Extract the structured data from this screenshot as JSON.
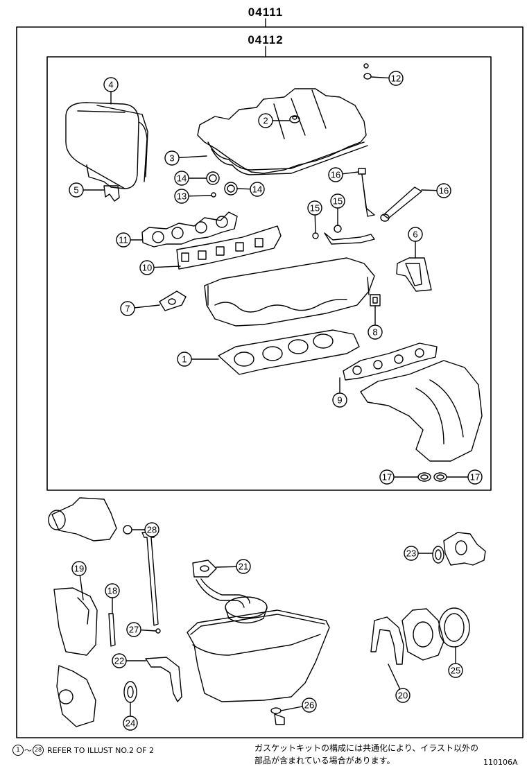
{
  "kits": {
    "outer": "04111",
    "inner": "04112"
  },
  "callouts": [
    {
      "id": "c1",
      "n": "1"
    },
    {
      "id": "c2",
      "n": "2"
    },
    {
      "id": "c3",
      "n": "3"
    },
    {
      "id": "c4",
      "n": "4"
    },
    {
      "id": "c5",
      "n": "5"
    },
    {
      "id": "c6",
      "n": "6"
    },
    {
      "id": "c7",
      "n": "7"
    },
    {
      "id": "c8",
      "n": "8"
    },
    {
      "id": "c9",
      "n": "9"
    },
    {
      "id": "c10",
      "n": "10"
    },
    {
      "id": "c11",
      "n": "11"
    },
    {
      "id": "c12",
      "n": "12"
    },
    {
      "id": "c13",
      "n": "13"
    },
    {
      "id": "c14a",
      "n": "14"
    },
    {
      "id": "c14b",
      "n": "14"
    },
    {
      "id": "c15a",
      "n": "15"
    },
    {
      "id": "c15b",
      "n": "15"
    },
    {
      "id": "c16a",
      "n": "16"
    },
    {
      "id": "c16b",
      "n": "16"
    },
    {
      "id": "c17a",
      "n": "17"
    },
    {
      "id": "c17b",
      "n": "17"
    },
    {
      "id": "c18",
      "n": "18"
    },
    {
      "id": "c19",
      "n": "19"
    },
    {
      "id": "c20",
      "n": "20"
    },
    {
      "id": "c21",
      "n": "21"
    },
    {
      "id": "c22",
      "n": "22"
    },
    {
      "id": "c23",
      "n": "23"
    },
    {
      "id": "c24",
      "n": "24"
    },
    {
      "id": "c25",
      "n": "25"
    },
    {
      "id": "c26",
      "n": "26"
    },
    {
      "id": "c27",
      "n": "27"
    },
    {
      "id": "c28",
      "n": "28"
    }
  ],
  "footer": {
    "range_start": "1",
    "range_sep": "～",
    "range_end": "28",
    "refer_text": "REFER TO ILLUST NO.2 OF 2",
    "note_line1": "ガスケットキットの構成には共通化により、イラスト以外の",
    "note_line2": "部品が含まれている場合があります。",
    "illust_id": "110106A"
  }
}
